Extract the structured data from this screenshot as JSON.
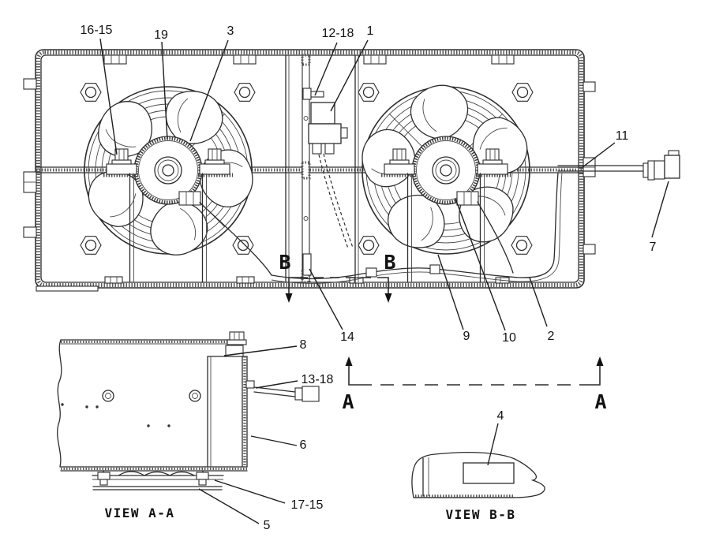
{
  "drawing": {
    "background": "#ffffff",
    "line_color": "#2d2d2d"
  },
  "callouts": {
    "p16_15": "16-15",
    "p19": "19",
    "p3": "3",
    "p12_18": "12-18",
    "p1": "1",
    "p11": "11",
    "p7": "7",
    "p14": "14",
    "p9": "9",
    "p10": "10",
    "p2": "2",
    "p8": "8",
    "p13_18": "13-18",
    "p6": "6",
    "p17_15": "17-15",
    "p5": "5",
    "p4": "4"
  },
  "section_markers": {
    "b_left": "B",
    "b_right": "B",
    "a_left": "A",
    "a_right": "A"
  },
  "view_labels": {
    "view_aa": "VIEW A-A",
    "view_bb": "VIEW B-B"
  }
}
